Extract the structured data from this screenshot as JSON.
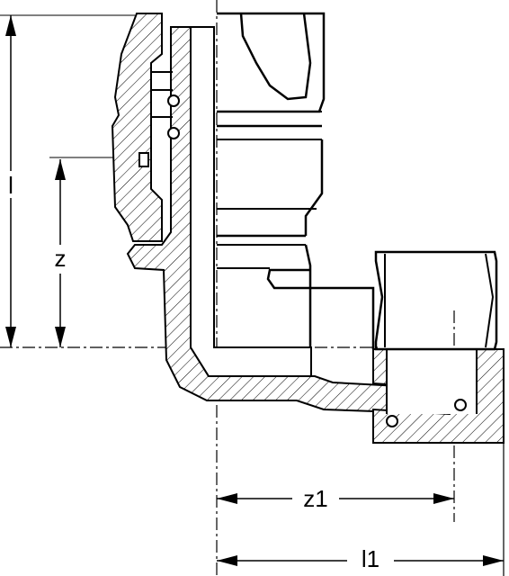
{
  "dimensions": {
    "l": "l",
    "z": "z",
    "z1": "z1",
    "l1": "l1"
  }
}
